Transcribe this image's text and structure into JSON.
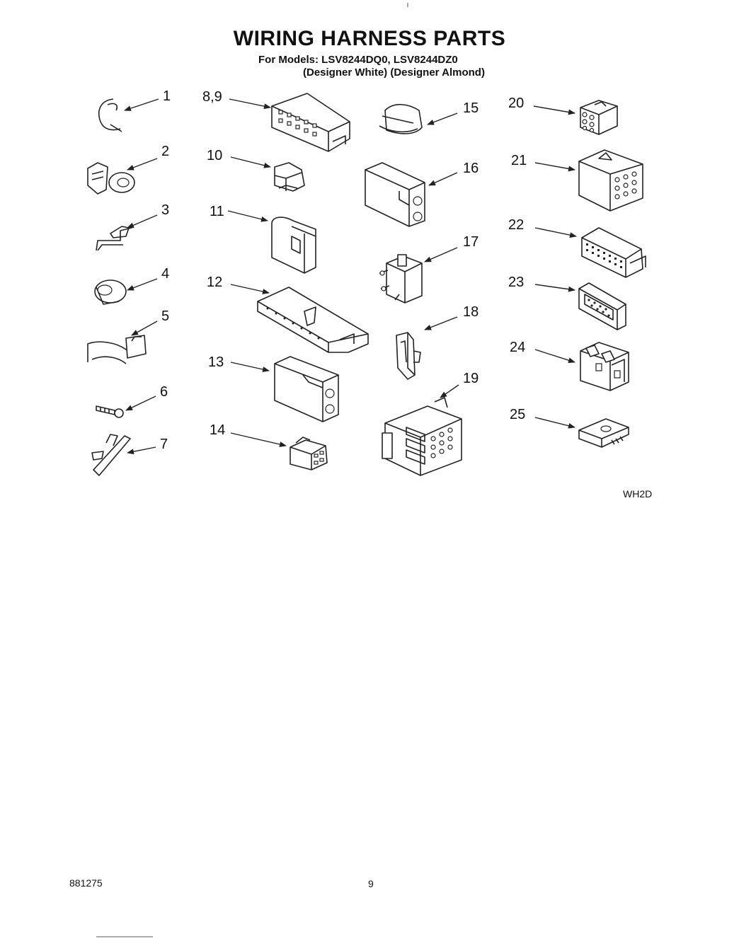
{
  "header": {
    "title": "WIRING HARNESS PARTS",
    "models_line": "For Models: LSV8244DQ0,  LSV8244DZ0",
    "colors_line": "(Designer White) (Designer Almond)"
  },
  "callouts": [
    {
      "id": "1",
      "label": "1"
    },
    {
      "id": "2",
      "label": "2"
    },
    {
      "id": "3",
      "label": "3"
    },
    {
      "id": "4",
      "label": "4"
    },
    {
      "id": "5",
      "label": "5"
    },
    {
      "id": "6",
      "label": "6"
    },
    {
      "id": "7",
      "label": "7"
    },
    {
      "id": "8-9",
      "label": "8,9"
    },
    {
      "id": "10",
      "label": "10"
    },
    {
      "id": "11",
      "label": "11"
    },
    {
      "id": "12",
      "label": "12"
    },
    {
      "id": "13",
      "label": "13"
    },
    {
      "id": "14",
      "label": "14"
    },
    {
      "id": "15",
      "label": "15"
    },
    {
      "id": "16",
      "label": "16"
    },
    {
      "id": "17",
      "label": "17"
    },
    {
      "id": "18",
      "label": "18"
    },
    {
      "id": "19",
      "label": "19"
    },
    {
      "id": "20",
      "label": "20"
    },
    {
      "id": "21",
      "label": "21"
    },
    {
      "id": "22",
      "label": "22"
    },
    {
      "id": "23",
      "label": "23"
    },
    {
      "id": "24",
      "label": "24"
    },
    {
      "id": "25",
      "label": "25"
    }
  ],
  "diagram_code": "WH2D",
  "footer": {
    "doc_number": "881275",
    "page_number": "9"
  }
}
